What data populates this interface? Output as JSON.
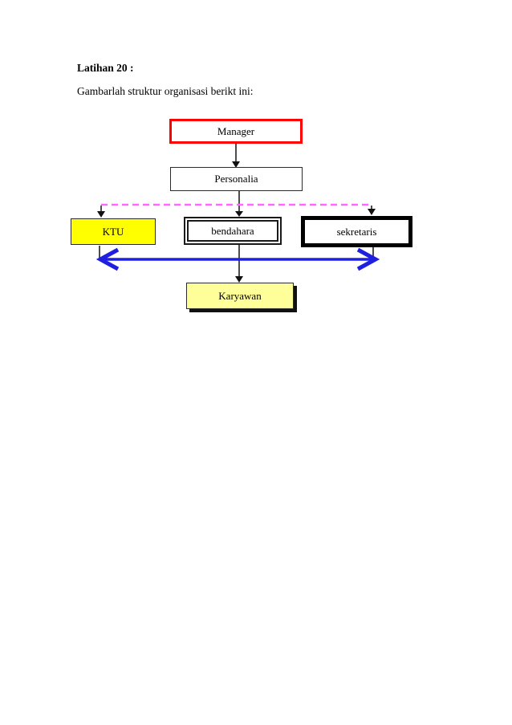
{
  "document": {
    "heading": "Latihan 20 :",
    "instruction": "Gambarlah struktur organisasi berikt ini:"
  },
  "diagram": {
    "nodes": {
      "manager": {
        "label": "Manager"
      },
      "personalia": {
        "label": "Personalia"
      },
      "ktu": {
        "label": "KTU"
      },
      "bendahara": {
        "label": "bendahara"
      },
      "sekretaris": {
        "label": "sekretaris"
      },
      "karyawan": {
        "label": "Karyawan"
      }
    },
    "colors": {
      "manager_border": "#ff0000",
      "ktu_fill": "#ffff00",
      "karyawan_fill": "#ffff99",
      "karyawan_shadow": "#111111",
      "box_border": "#000000",
      "connector_line": "#4d4d4d",
      "arrowhead": "#111111",
      "dashed_line": "#ff66ff",
      "double_arrow": "#1f1fe0"
    }
  }
}
